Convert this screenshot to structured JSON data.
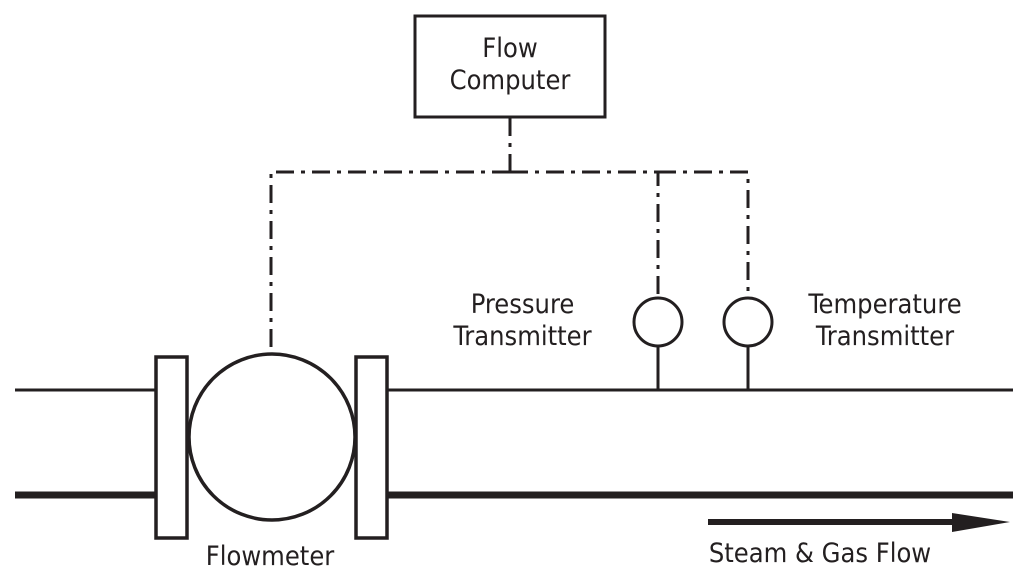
{
  "diagram": {
    "colors": {
      "stroke": "#231f20",
      "background": "#ffffff"
    },
    "nodes": {
      "flow_computer": {
        "line1": "Flow",
        "line2": "Computer"
      },
      "pressure_transmitter": {
        "line1": "Pressure",
        "line2": "Transmitter"
      },
      "temperature_transmitter": {
        "line1": "Temperature",
        "line2": "Transmitter"
      },
      "flowmeter": {
        "label": "Flowmeter"
      }
    },
    "flow_direction": {
      "label": "Steam & Gas Flow",
      "direction": "right"
    },
    "connections": [
      {
        "from": "flow_computer",
        "to": "flowmeter",
        "style": "dash-dot"
      },
      {
        "from": "flow_computer",
        "to": "pressure_transmitter",
        "style": "dash-dot"
      },
      {
        "from": "flow_computer",
        "to": "temperature_transmitter",
        "style": "dash-dot"
      },
      {
        "from": "pressure_transmitter",
        "to": "pipe",
        "style": "solid"
      },
      {
        "from": "temperature_transmitter",
        "to": "pipe",
        "style": "solid"
      }
    ]
  }
}
